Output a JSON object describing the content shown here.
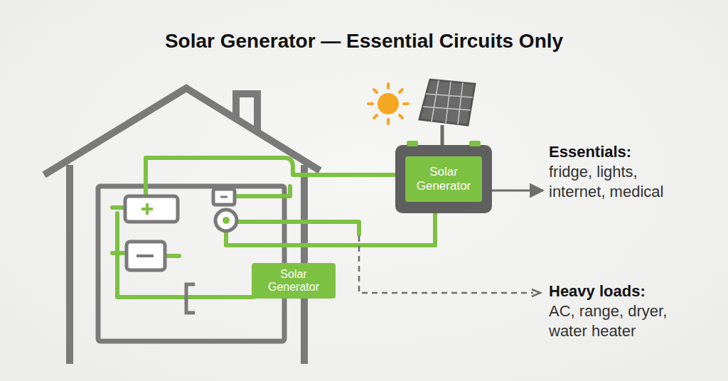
{
  "diagram": {
    "title": "Solar Generator — Essential Circuits Only",
    "nodes": [
      {
        "text": [
          "Solar Generator"
        ]
      },
      {
        "text": [
          "Solar Generator"
        ]
      }
    ],
    "labels": [
      "Essentials:",
      "fridge, lights, internet, medical",
      "Heavy loads:",
      "AC, range, dryer, water heater"
    ]
  }
}
